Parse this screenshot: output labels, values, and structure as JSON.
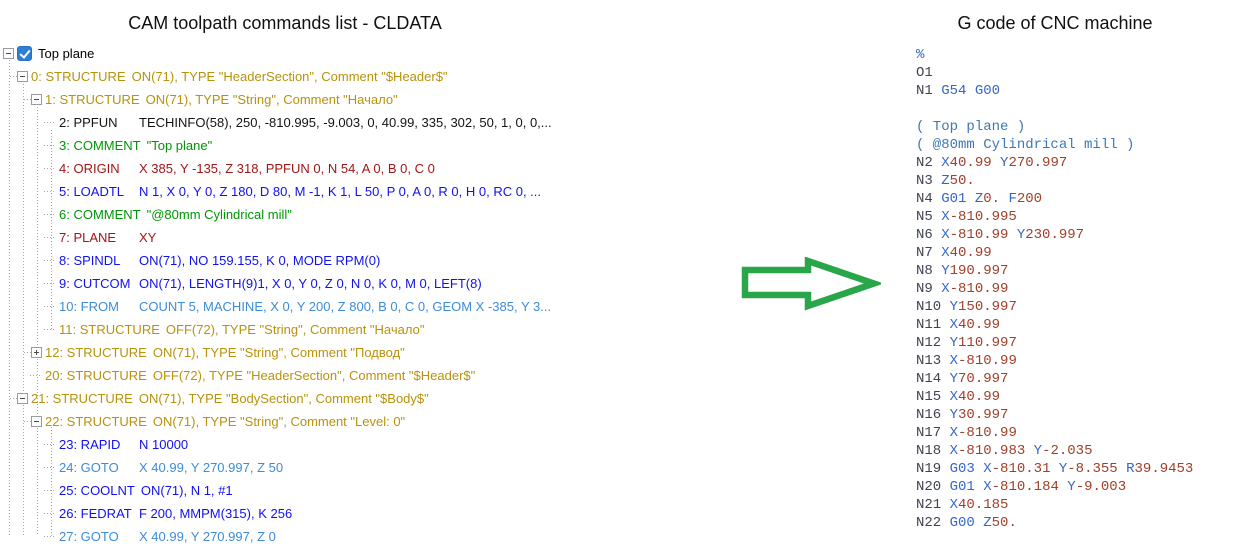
{
  "left_panel": {
    "title": "CAM toolpath commands list - CLDATA",
    "root": {
      "label": "Top plane",
      "checked": true
    },
    "rows": [
      {
        "num": "0",
        "cmd": "STRUCTURE",
        "params": "ON(71), TYPE \"HeaderSection\", Comment \"$Header$\"",
        "type": "structure",
        "level": 1,
        "expander": "minus"
      },
      {
        "num": "1",
        "cmd": "STRUCTURE",
        "params": "ON(71), TYPE \"String\", Comment \"Начало\"",
        "type": "structure",
        "level": 2,
        "expander": "minus"
      },
      {
        "num": "2",
        "cmd": "PPFUN",
        "params": "TECHINFO(58), 250, -810.995, -9.003, 0, 40.99, 335, 302, 50, 1, 0, 0,...",
        "type": "plain",
        "level": 3,
        "expander": "none"
      },
      {
        "num": "3",
        "cmd": "COMMENT",
        "params": "\"Top plane\"",
        "type": "comment",
        "level": 3,
        "expander": "none"
      },
      {
        "num": "4",
        "cmd": "ORIGIN",
        "params": "X 385, Y -135, Z 318, PPFUN 0, N 54, A 0, B 0, C 0",
        "type": "darkred",
        "level": 3,
        "expander": "none"
      },
      {
        "num": "5",
        "cmd": "LOADTL",
        "params": "N 1, X 0, Y 0, Z 180, D 80, M -1, K 1, L 50, P 0, A 0, R 0, H 0, RC 0, ...",
        "type": "blue",
        "level": 3,
        "expander": "none"
      },
      {
        "num": "6",
        "cmd": "COMMENT",
        "params": "\"@80mm Cylindrical mill\"",
        "type": "comment",
        "level": 3,
        "expander": "none"
      },
      {
        "num": "7",
        "cmd": "PLANE",
        "params": "XY",
        "type": "darkred",
        "level": 3,
        "expander": "none"
      },
      {
        "num": "8",
        "cmd": "SPINDL",
        "params": "ON(71), NO 159.155, K 0, MODE RPM(0)",
        "type": "blue",
        "level": 3,
        "expander": "none"
      },
      {
        "num": "9",
        "cmd": "CUTCOM",
        "params": "ON(71), LENGTH(9)1, X 0, Y 0, Z 0, N 0, K 0, M 0, LEFT(8)",
        "type": "blue",
        "level": 3,
        "expander": "none"
      },
      {
        "num": "10",
        "cmd": "FROM",
        "params": "COUNT 5, MACHINE, X 0, Y 200, Z 800, B 0, C 0, GEOM X -385, Y 3...",
        "type": "lblue",
        "level": 3,
        "expander": "none"
      },
      {
        "num": "11",
        "cmd": "STRUCTURE",
        "params": "OFF(72), TYPE \"String\", Comment \"Начало\"",
        "type": "structure",
        "level": 3,
        "expander": "none"
      },
      {
        "num": "12",
        "cmd": "STRUCTURE",
        "params": "ON(71), TYPE \"String\", Comment \"Подвод\"",
        "type": "structure",
        "level": 2,
        "expander": "plus"
      },
      {
        "num": "20",
        "cmd": "STRUCTURE",
        "params": "OFF(72), TYPE \"HeaderSection\", Comment \"$Header$\"",
        "type": "structure",
        "level": 2,
        "expander": "none"
      },
      {
        "num": "21",
        "cmd": "STRUCTURE",
        "params": "ON(71), TYPE \"BodySection\", Comment \"$Body$\"",
        "type": "structure",
        "level": 1,
        "expander": "minus"
      },
      {
        "num": "22",
        "cmd": "STRUCTURE",
        "params": "ON(71), TYPE \"String\", Comment \"Level: 0\"",
        "type": "structure",
        "level": 2,
        "expander": "minus"
      },
      {
        "num": "23",
        "cmd": "RAPID",
        "params": "N 10000",
        "type": "blue",
        "level": 3,
        "expander": "none"
      },
      {
        "num": "24",
        "cmd": "GOTO",
        "params": "X 40.99, Y 270.997, Z 50",
        "type": "lblue",
        "level": 3,
        "expander": "none"
      },
      {
        "num": "25",
        "cmd": "COOLNT",
        "params": "ON(71), N 1, #1",
        "type": "blue",
        "level": 3,
        "expander": "none"
      },
      {
        "num": "26",
        "cmd": "FEDRAT",
        "params": "F 200, MMPM(315), K 256",
        "type": "blue",
        "level": 3,
        "expander": "none"
      },
      {
        "num": "27",
        "cmd": "GOTO",
        "params": "X 40.99, Y 270.997, Z 0",
        "type": "lblue",
        "level": 3,
        "expander": "none"
      }
    ]
  },
  "right_panel": {
    "title": "G code of CNC machine",
    "code_lines": [
      "%",
      "O1",
      "N1 G54 G00",
      "",
      "( Top plane )",
      "( @80mm Cylindrical mill )",
      "N2 X40.99 Y270.997",
      "N3 Z50.",
      "N4 G01 Z0. F200",
      "N5 X-810.995",
      "N6 X-810.99 Y230.997",
      "N7 X40.99",
      "N8 Y190.997",
      "N9 X-810.99",
      "N10 Y150.997",
      "N11 X40.99",
      "N12 Y110.997",
      "N13 X-810.99",
      "N14 Y70.997",
      "N15 X40.99",
      "N16 Y30.997",
      "N17 X-810.99",
      "N18 X-810.983 Y-2.035",
      "N19 G03 X-810.31 Y-8.355 R39.9453",
      "N20 G01 X-810.184 Y-9.003",
      "N21 X40.185",
      "N22 G00 Z50."
    ]
  },
  "arrow": {
    "name": "green-arrow-right"
  },
  "colors": {
    "structure_olive": "#B8920B",
    "comment_green": "#009606",
    "dark_red": "#A01616",
    "command_blue": "#1111EE",
    "light_blue": "#3E8CD8",
    "gcode_letter": "#3566C8",
    "gcode_value": "#A0402A",
    "gcode_nword": "#3F4450",
    "gcode_comment": "#3E78B4",
    "arrow_green": "#2AA64A",
    "checkbox_blue": "#2E7FD4"
  }
}
